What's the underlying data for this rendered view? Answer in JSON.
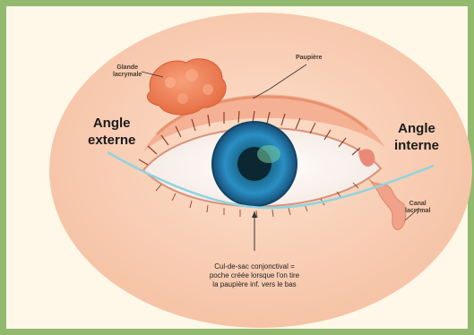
{
  "labels": {
    "glande": [
      "Glande",
      "lacrymale"
    ],
    "paupiere": "Paupière",
    "angle_externe": [
      "Angle",
      "externe"
    ],
    "angle_interne": [
      "Angle",
      "interne"
    ],
    "canal": [
      "Canal",
      "lacrymal"
    ],
    "cul_de_sac": [
      "Cul-de-sac  conjonctival =",
      "poche créée lorsque l'on tire",
      "la paupière inf. vers le bas"
    ]
  },
  "colors": {
    "border": "#93b96f",
    "background": "#fff8e8",
    "oval": "#f8cfb5",
    "iris": "#1f7fb4",
    "pupil": "#0d2e3a",
    "line": "#8fd4e0",
    "gland": "#f08a5b"
  }
}
